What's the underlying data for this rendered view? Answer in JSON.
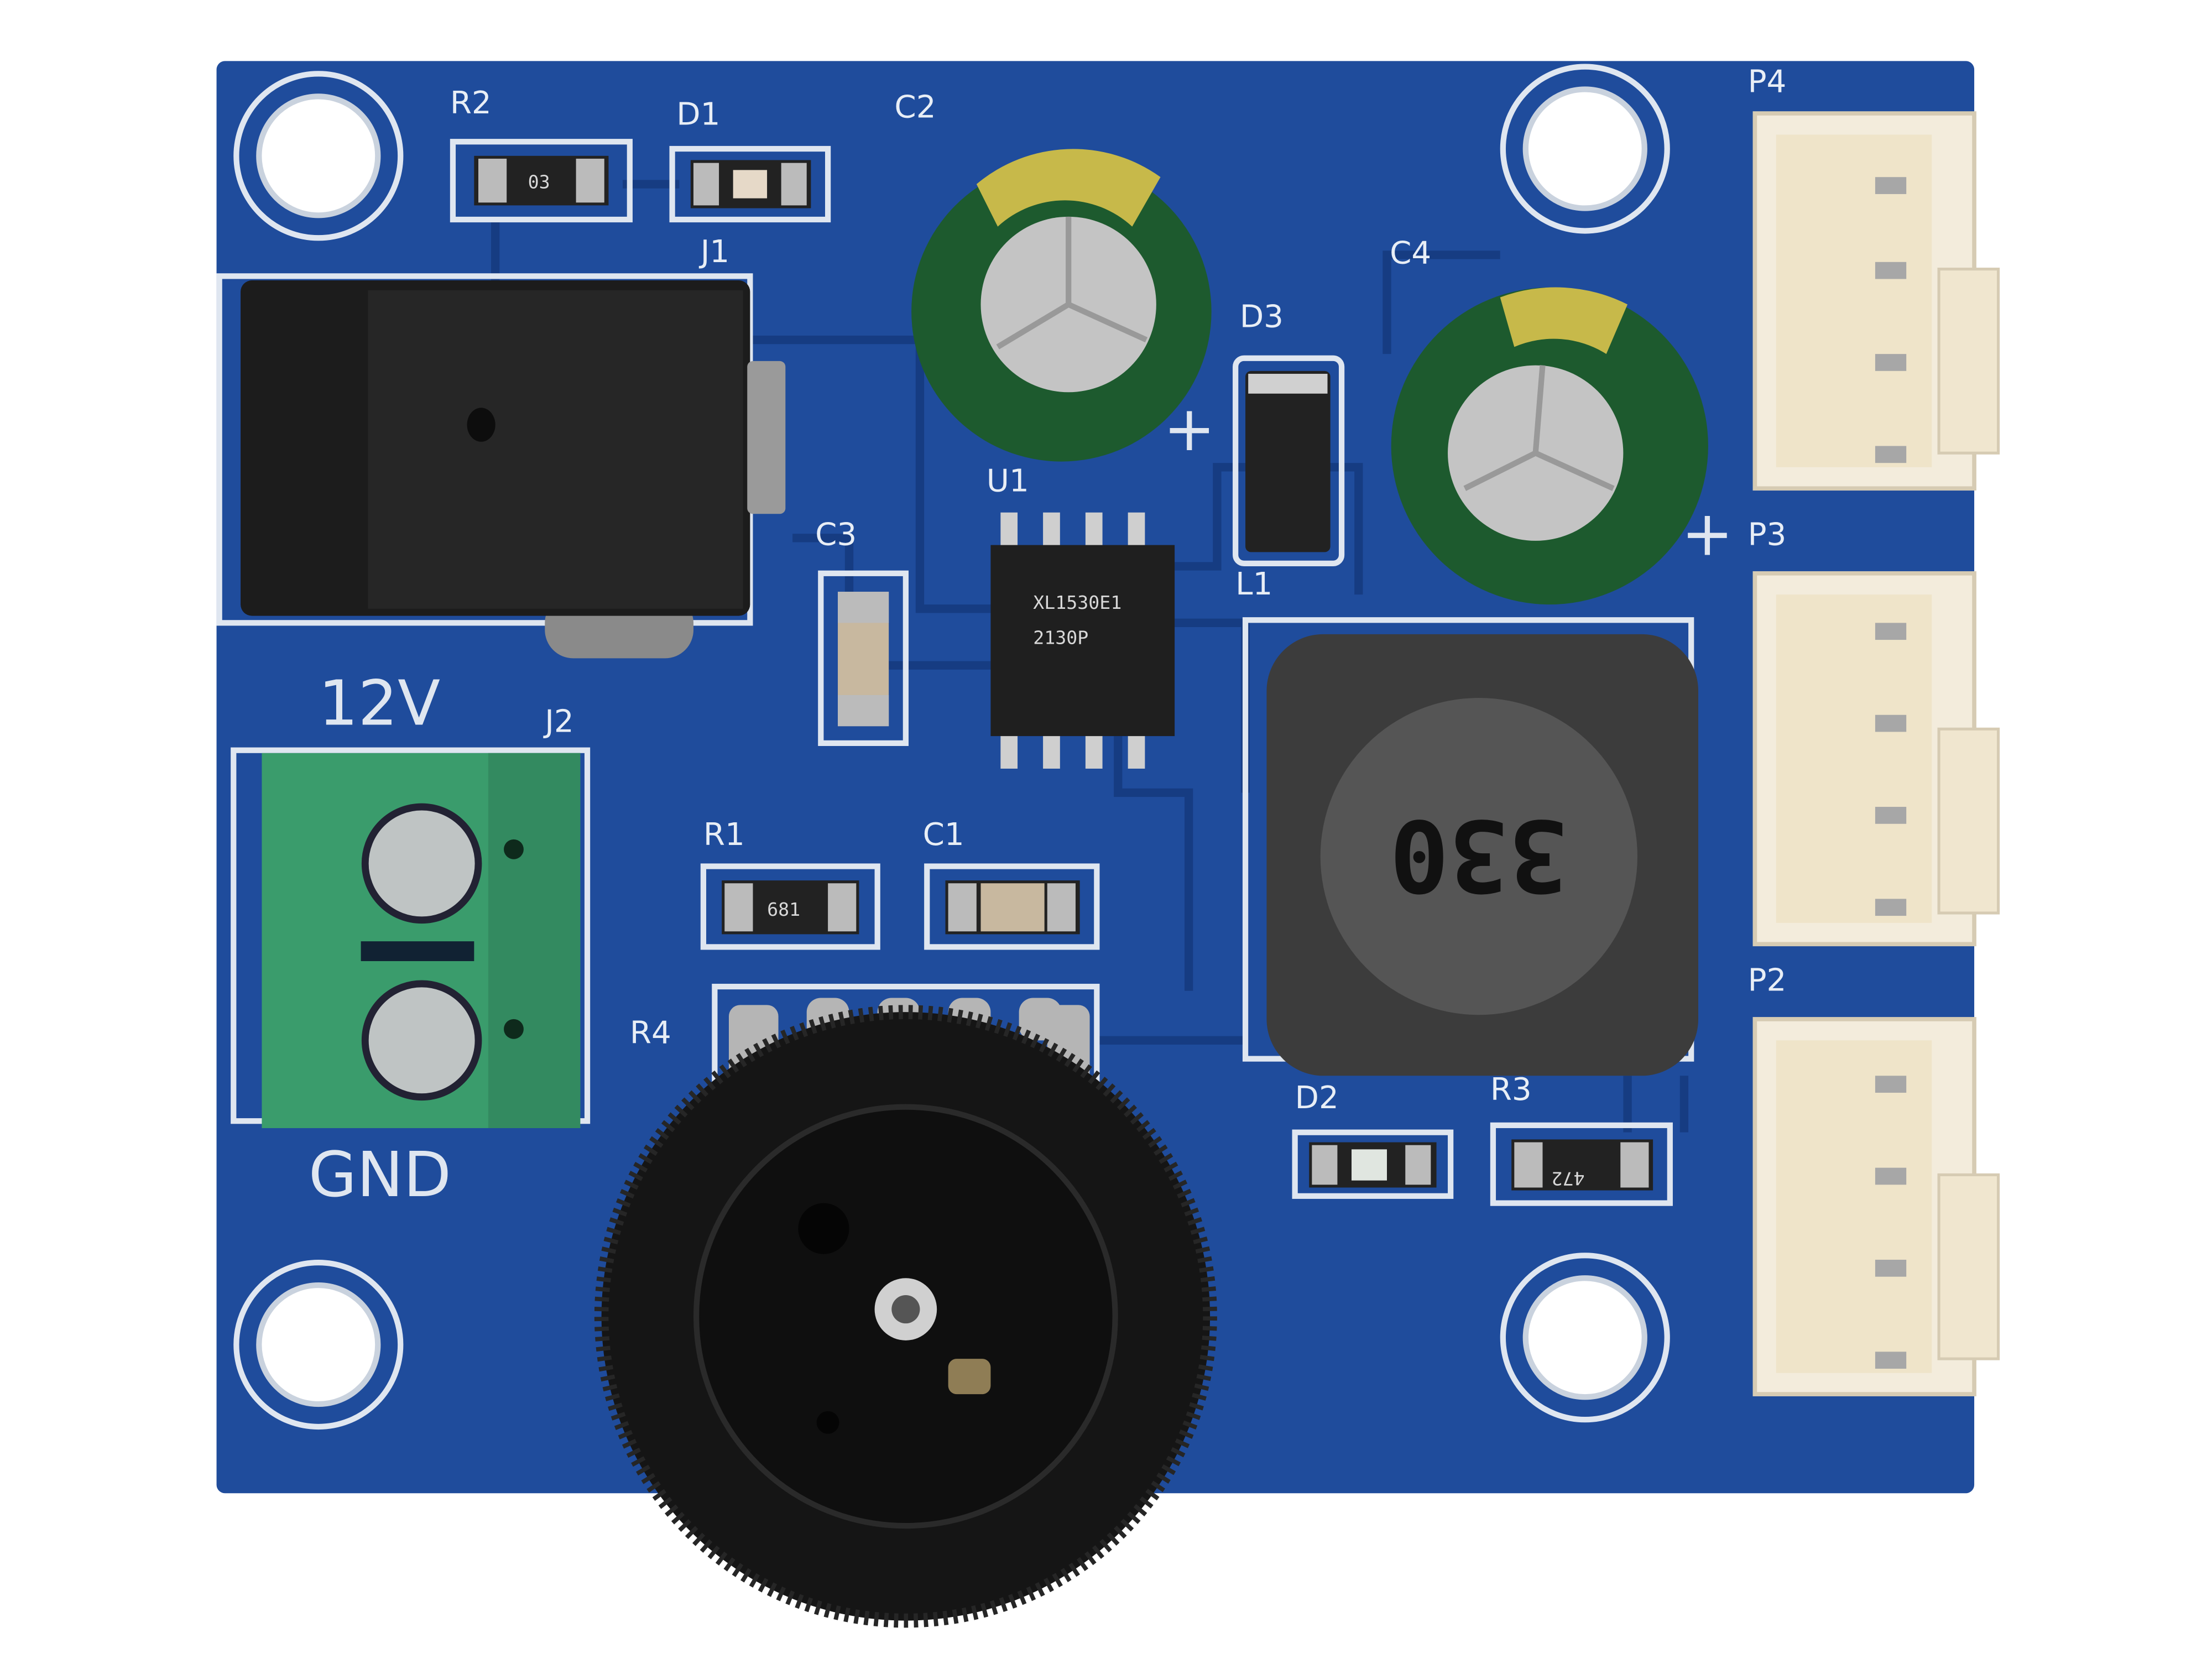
{
  "board": {
    "colors": {
      "pcb": "#1f4c9c",
      "pcb_dark": "#173d84",
      "silkscreen": "#e8eef6",
      "terminal": "#3a9c6c"
    },
    "silkscreen_labels": {
      "r2": "R2",
      "d1": "D1",
      "c2": "C2",
      "j1": "J1",
      "c4": "C4",
      "d3": "D3",
      "u1": "U1",
      "c3": "C3",
      "l1": "L1",
      "v12": "12V",
      "j2": "J2",
      "r1": "R1",
      "c1": "C1",
      "r4": "R4",
      "d2": "D2",
      "r3": "R3",
      "gnd": "GND",
      "p4": "P4",
      "p3": "P3",
      "p2": "P2",
      "c2_plus": "+",
      "c4_plus": "+"
    },
    "component_markings": {
      "u1_line1": "XL1530E1",
      "u1_line2": "2130P",
      "l1": "330",
      "r3": "472",
      "r1": "681",
      "r2": "03"
    }
  }
}
